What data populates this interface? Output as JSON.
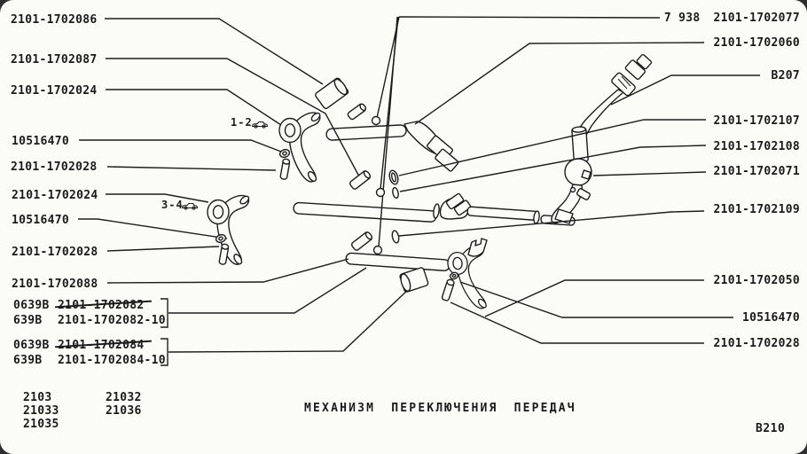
{
  "page": {
    "caption": "МЕХАНИЗМ ПЕРЕКЛЮЧЕНИЯ ПЕРЕДАЧ",
    "sheet_code": "В210"
  },
  "labels_left": [
    {
      "text": "2101-1702086"
    },
    {
      "text": "2101-1702087"
    },
    {
      "text": "2101-1702024"
    },
    {
      "text": "10516470"
    },
    {
      "text": "2101-1702028"
    },
    {
      "text": "2101-1702024"
    },
    {
      "text": "10516470"
    },
    {
      "text": "2101-1702028"
    },
    {
      "text": "2101-1702088"
    }
  ],
  "labels_right": [
    {
      "prefix": "7 938",
      "text": "2101-1702077"
    },
    {
      "text": "2101-1702060"
    },
    {
      "text": "В207"
    },
    {
      "text": "2101-1702107"
    },
    {
      "text": "2101-1702108"
    },
    {
      "text": "2101-1702071"
    },
    {
      "text": "2101-1702109"
    },
    {
      "text": "2101-1702050"
    },
    {
      "text": "10516470"
    },
    {
      "text": "2101-1702028"
    }
  ],
  "variant_groups": [
    {
      "line1_code": "0639В",
      "line1_number": "2101-1702082",
      "line2_code": "639В",
      "line2_number": "2101-1702082-10"
    },
    {
      "line1_code": "0639В",
      "line1_number": "2101-1702084",
      "line2_code": "639В",
      "line2_number": "2101-1702084-10"
    }
  ],
  "gear_position_tags": [
    {
      "text": "1-2"
    },
    {
      "text": "3-4"
    }
  ],
  "model_applicability": {
    "column1": [
      "2103",
      "21033",
      "21035"
    ],
    "column2": [
      "21032",
      "21036"
    ]
  },
  "colors": {
    "ink": "#1d1d1d",
    "paper": "#fbfbf8"
  }
}
